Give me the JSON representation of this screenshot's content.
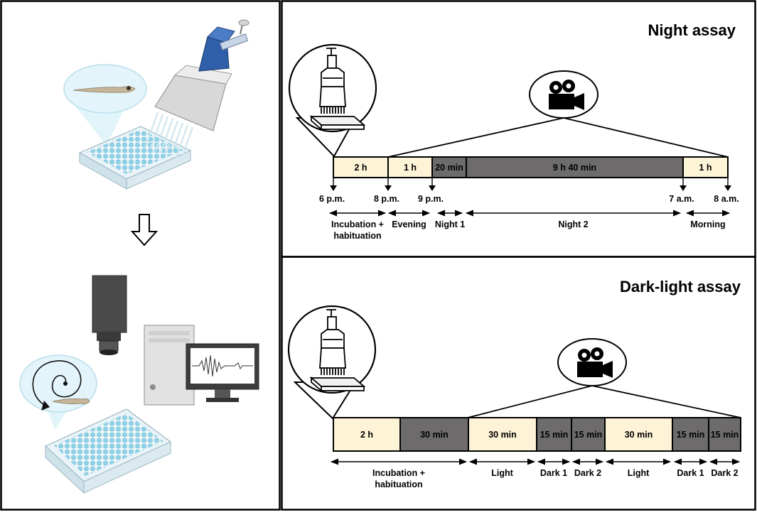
{
  "night_assay": {
    "title": "Night assay",
    "segments": [
      {
        "label": "2 h",
        "tone": "light"
      },
      {
        "label": "1 h",
        "tone": "light"
      },
      {
        "label": "20 min",
        "tone": "dark"
      },
      {
        "label": "9 h 40 min",
        "tone": "dark"
      },
      {
        "label": "1 h",
        "tone": "light"
      }
    ],
    "times": [
      "6 p.m.",
      "8 p.m.",
      "9 p.m.",
      "7 a.m.",
      "8 a.m."
    ],
    "periods": [
      {
        "lines": [
          "Incubation +",
          "habituation"
        ]
      },
      {
        "lines": [
          "Evening"
        ]
      },
      {
        "lines": [
          "Night 1"
        ]
      },
      {
        "lines": [
          "Night 2"
        ]
      },
      {
        "lines": [
          "Morning"
        ]
      }
    ]
  },
  "dark_light_assay": {
    "title": "Dark-light assay",
    "segments": [
      {
        "label": "2 h",
        "tone": "light"
      },
      {
        "label": "30 min",
        "tone": "dark"
      },
      {
        "label": "30 min",
        "tone": "light"
      },
      {
        "label": "15 min",
        "tone": "dark"
      },
      {
        "label": "15 min",
        "tone": "dark"
      },
      {
        "label": "30 min",
        "tone": "light"
      },
      {
        "label": "15 min",
        "tone": "dark"
      },
      {
        "label": "15 min",
        "tone": "dark"
      }
    ],
    "periods": [
      {
        "lines": [
          "Incubation +",
          "habituation"
        ]
      },
      {
        "lines": [
          "Light"
        ]
      },
      {
        "lines": [
          "Dark 1"
        ]
      },
      {
        "lines": [
          "Dark 2"
        ]
      },
      {
        "lines": [
          "Light"
        ]
      },
      {
        "lines": [
          "Dark 1"
        ]
      },
      {
        "lines": [
          "Dark 2"
        ]
      }
    ]
  },
  "colors": {
    "light_segment": "#fdf3d6",
    "dark_segment": "#6d6b6b",
    "well_blue": "#8fd3e8",
    "pipette_blue": "#2f5fa8"
  },
  "icons": [
    "microplate-icon",
    "multichannel-pipette-icon",
    "zebrafish-larva-icon",
    "down-arrow-icon",
    "camera-icon",
    "computer-icon",
    "movie-camera-icon",
    "trajectory-icon"
  ]
}
